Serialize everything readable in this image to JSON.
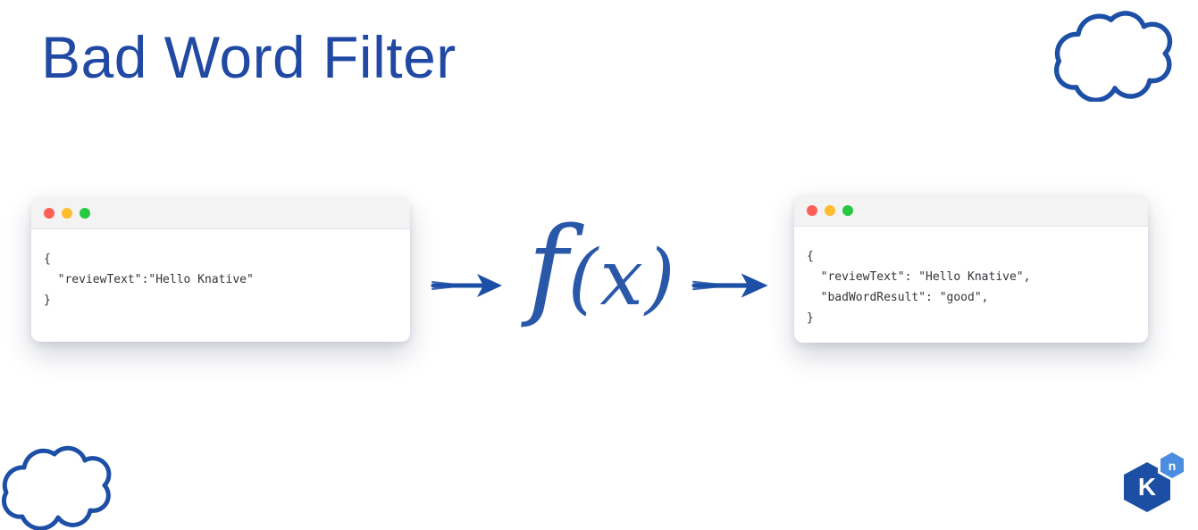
{
  "title": "Bad Word Filter",
  "flow": {
    "function_name": "f",
    "function_args": "(x)"
  },
  "input_window": {
    "lines": [
      "{",
      "  \"reviewText\":\"Hello Knative\"",
      "}"
    ]
  },
  "output_window": {
    "lines": [
      "{",
      "  \"reviewText\": \"Hello Knative\",",
      "  \"badWordResult\": \"good\",",
      "}"
    ]
  },
  "logo": {
    "k": "K",
    "n": "n"
  },
  "icons": {
    "cloud": "cloud-outline-icon",
    "arrow": "arrow-right-icon",
    "window_controls": [
      "traffic-light-red",
      "traffic-light-yellow",
      "traffic-light-green"
    ],
    "logo": "knative-hexagon-logo"
  },
  "colors": {
    "accent_blue": "#1d4fa6",
    "title_blue": "#2149a4",
    "traffic_red": "#ff5f57",
    "traffic_yellow": "#febc2e",
    "traffic_green": "#28c840",
    "logo_dark_blue": "#1c4fa3",
    "logo_light_blue": "#4b8de0",
    "titlebar_gray": "#f3f3f4"
  }
}
